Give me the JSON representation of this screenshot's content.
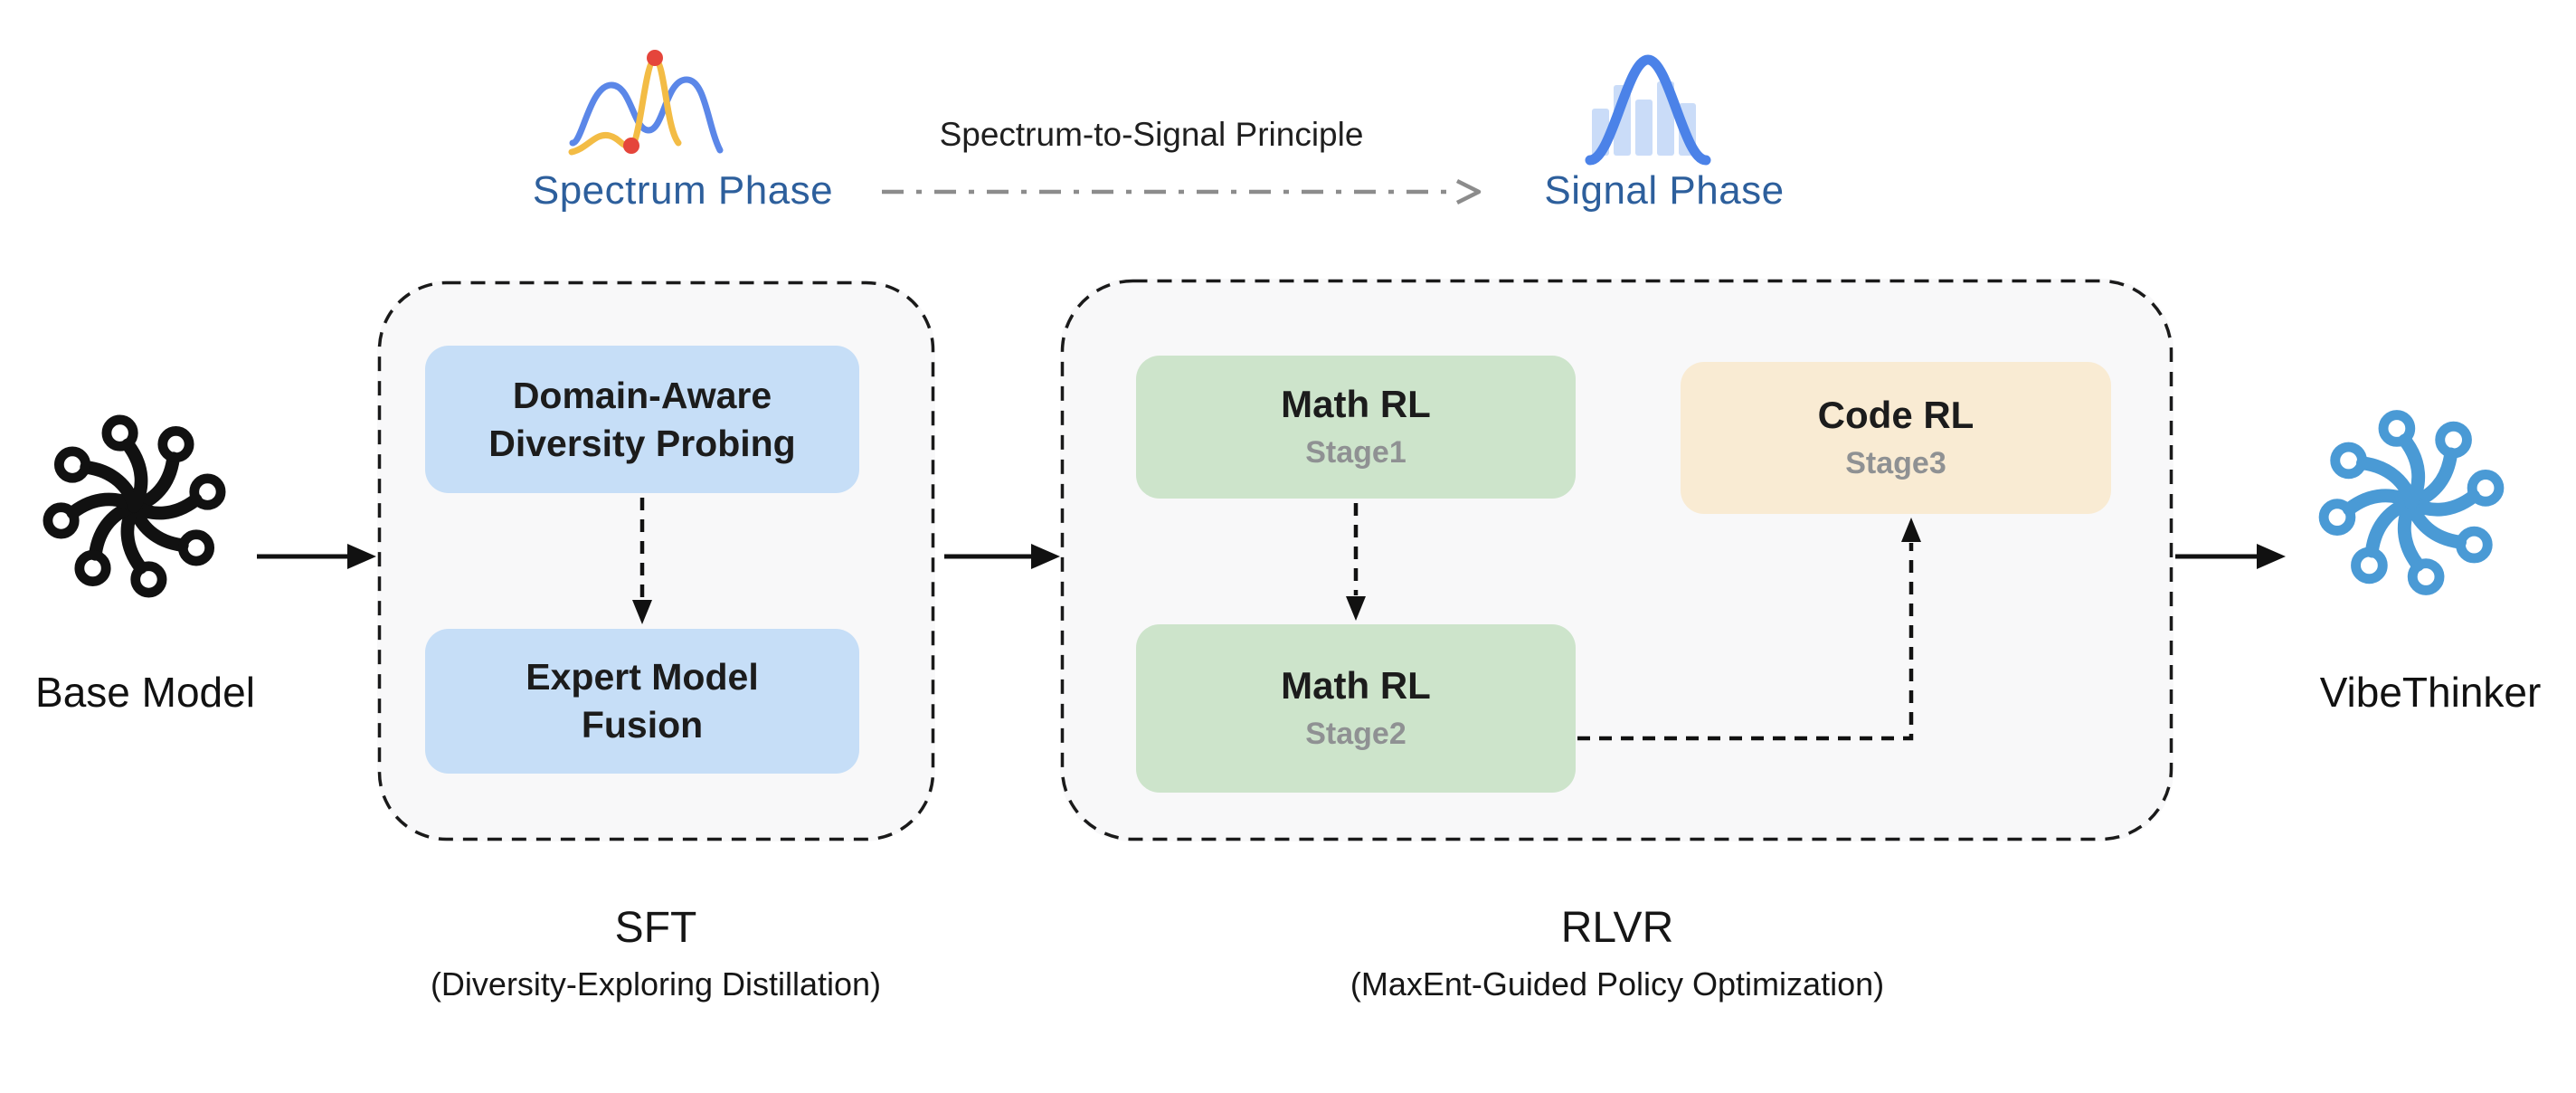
{
  "colors": {
    "container_bg": "#f8f8f9",
    "container_border": "#1a1a1a",
    "sft_box_bg": "#c6def7",
    "math_box_bg": "#cde4cb",
    "code_box_bg": "#f9ebd3",
    "stage_text_gray": "#8f9193",
    "phase_label_blue": "#2d5f9c",
    "wave_blue": "#5b87e8",
    "wave_yellow": "#f3bc45",
    "dot_red": "#e5453b",
    "signal_bar_blue": "#cadcf8",
    "signal_curve_blue": "#4b82e8",
    "vibethinker_icon_blue": "#4a9ad5",
    "dashdot_arrow_gray": "#8c8c8c"
  },
  "icons": {
    "spectrum": "overlapping-waves-icon",
    "signal": "bell-histogram-icon",
    "base_model": "pinwheel-network-icon",
    "vibethinker": "pinwheel-network-icon"
  },
  "header": {
    "spectrum_label": "Spectrum Phase",
    "principle_label": "Spectrum-to-Signal Principle",
    "signal_label": "Signal Phase"
  },
  "pipeline": {
    "base_model_label": "Base Model",
    "vibethinker_label": "VibeThinker",
    "sft": {
      "boxes": [
        {
          "lines": [
            "Domain-Aware",
            "Diversity Probing"
          ]
        },
        {
          "lines": [
            "Expert Model",
            "Fusion"
          ]
        }
      ],
      "caption_title": "SFT",
      "caption_sub": "(Diversity-Exploring Distillation)"
    },
    "rlvr": {
      "boxes": [
        {
          "title": "Math RL",
          "stage": "Stage1"
        },
        {
          "title": "Math RL",
          "stage": "Stage2"
        },
        {
          "title": "Code RL",
          "stage": "Stage3"
        }
      ],
      "caption_title": "RLVR",
      "caption_sub": "(MaxEnt-Guided Policy Optimization)"
    }
  }
}
